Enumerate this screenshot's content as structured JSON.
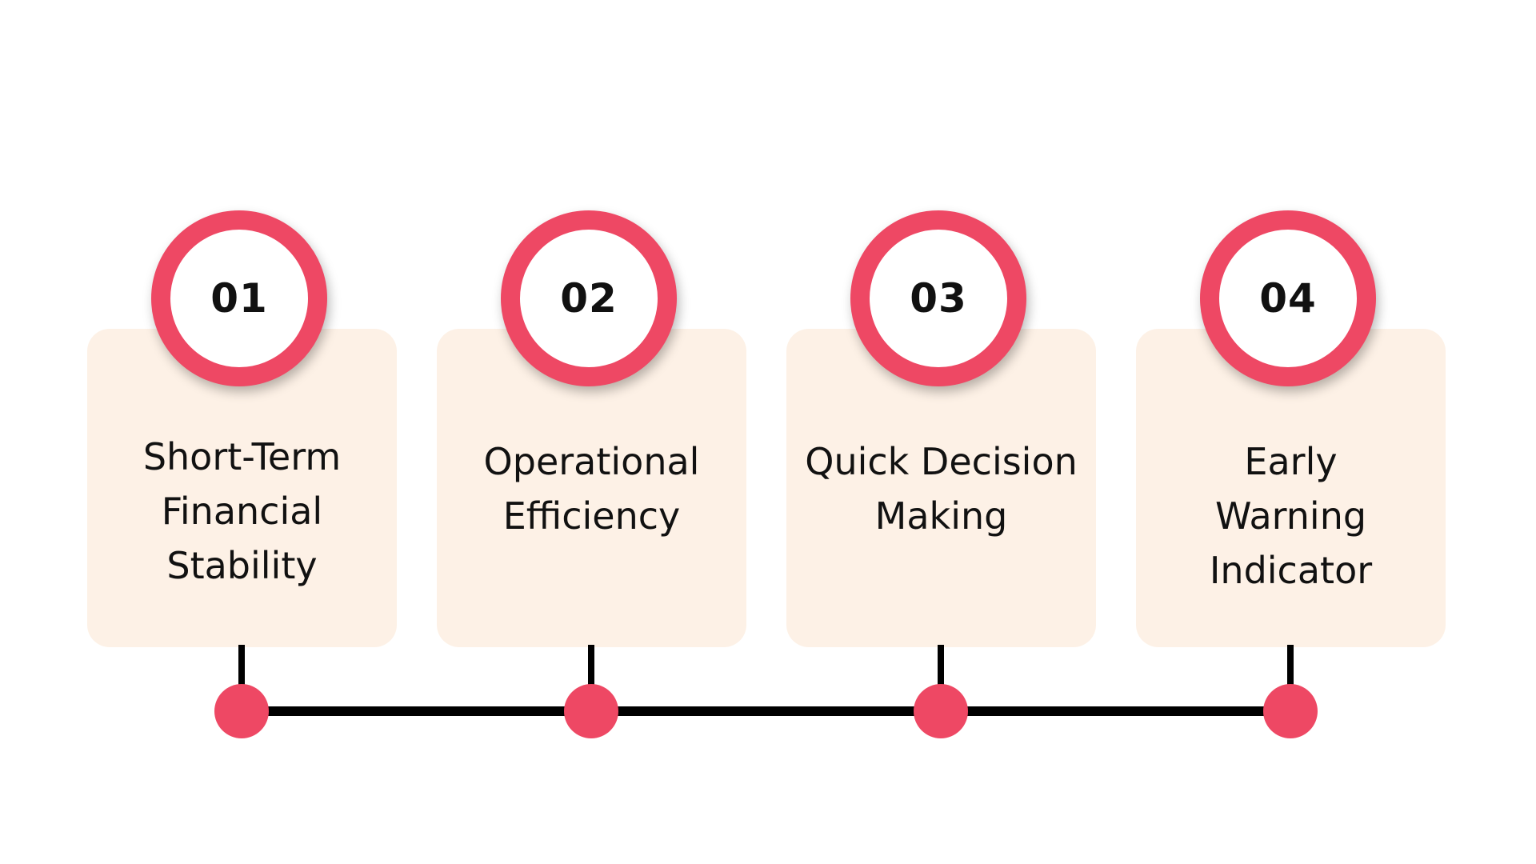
{
  "colors": {
    "accent": "#ee4864",
    "card_background": "#fdf1e6",
    "line": "#000000",
    "text": "#111111"
  },
  "steps": [
    {
      "number": "01",
      "label_lines": [
        "Short-Term",
        "Financial",
        "Stability"
      ]
    },
    {
      "number": "02",
      "label_lines": [
        "Operational",
        "Efficiency"
      ]
    },
    {
      "number": "03",
      "label_lines": [
        "Quick Decision",
        "Making"
      ]
    },
    {
      "number": "04",
      "label_lines": [
        "Early",
        "Warning",
        "Indicator"
      ]
    }
  ]
}
